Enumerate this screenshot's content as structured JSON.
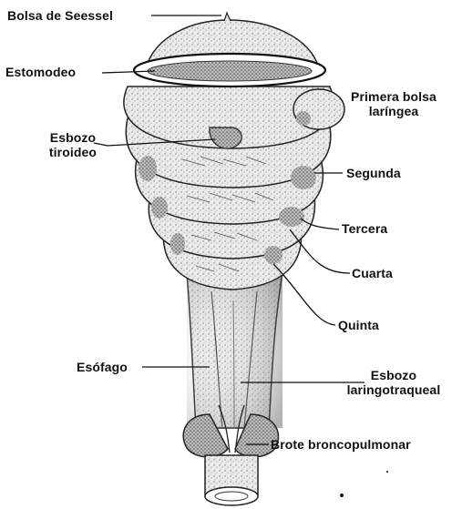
{
  "labels": {
    "bolsa_seessel": "Bolsa de Seessel",
    "estomodeo": "Estomodeo",
    "primera_bolsa_line1": "Primera bolsa",
    "primera_bolsa_line2": "laríngea",
    "esbozo_tiroideo_line1": "Esbozo",
    "esbozo_tiroideo_line2": "tiroideo",
    "segunda": "Segunda",
    "tercera": "Tercera",
    "cuarta": "Cuarta",
    "quinta": "Quinta",
    "esofago": "Esófago",
    "esbozo_laringo_line1": "Esbozo",
    "esbozo_laringo_line2": "laringotraqueal",
    "brote": "Brote broncopulmonar"
  },
  "colors": {
    "ink": "#111111",
    "fill": "#e6e6e6",
    "shade": "#9a9a9a",
    "dark": "#4a4a4a"
  }
}
